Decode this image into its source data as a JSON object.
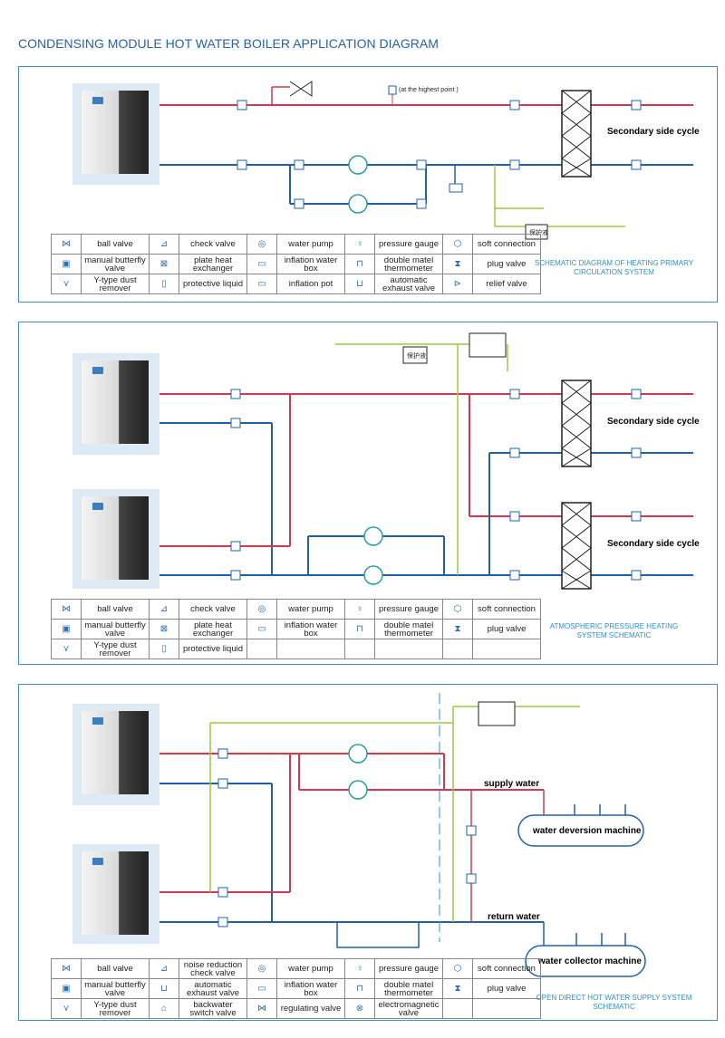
{
  "title": "CONDENSING MODULE HOT WATER BOILER APPLICATION DIAGRAM",
  "panel1": {
    "highest_point": "(at the highest point )",
    "secondary": "Secondary side cycle",
    "tank_label": "保护液",
    "caption": "SCHEMATIC DIAGRAM OF HEATING PRIMARY CIRCULATION SYSTEM",
    "legend": [
      [
        "ball valve",
        "check valve",
        "water pump",
        "pressure gauge",
        "soft connection"
      ],
      [
        "manual butterfly valve",
        "plate heat exchanger",
        "inflation water box",
        "double matel thermometer",
        "plug valve"
      ],
      [
        "Y-type dust remover",
        "protective liquid",
        "inflation pot",
        "automatic exhaust valve",
        "relief valve"
      ]
    ]
  },
  "panel2": {
    "secondary1": "Secondary side cycle",
    "secondary2": "Secondary side cycle",
    "tank_label": "保护液",
    "caption": "ATMOSPHERIC PRESSURE HEATING SYSTEM SCHEMATIC",
    "legend": [
      [
        "ball valve",
        "check valve",
        "water pump",
        "pressure gauge",
        "soft connection"
      ],
      [
        "manual butterfly valve",
        "plate heat exchanger",
        "inflation water box",
        "double matel thermometer",
        "plug valve"
      ],
      [
        "Y-type dust remover",
        "protective liquid",
        "",
        "",
        ""
      ]
    ]
  },
  "panel3": {
    "supply": "supply water",
    "return": "return water",
    "deversion": "water deversion machine",
    "collector": "water collector machine",
    "caption": "OPEN DIRECT HOT WATER SUPPLY SYSTEM SCHEMATIC",
    "legend": [
      [
        "ball valve",
        "noise reduction check valve",
        "water pump",
        "pressure gauge",
        "soft connection"
      ],
      [
        "manual butterfly valve",
        "automatic exhaust valve",
        "inflation water box",
        "double matel thermometer",
        "plug valve"
      ],
      [
        "Y-type dust remover",
        "backwater switch valve",
        "regulating valve",
        "electromagnetic valve",
        ""
      ]
    ]
  },
  "colors": {
    "supply": "#d8364f",
    "return": "#2060a8",
    "aux": "#9ccc3a",
    "accent": "#2a8fd0"
  }
}
